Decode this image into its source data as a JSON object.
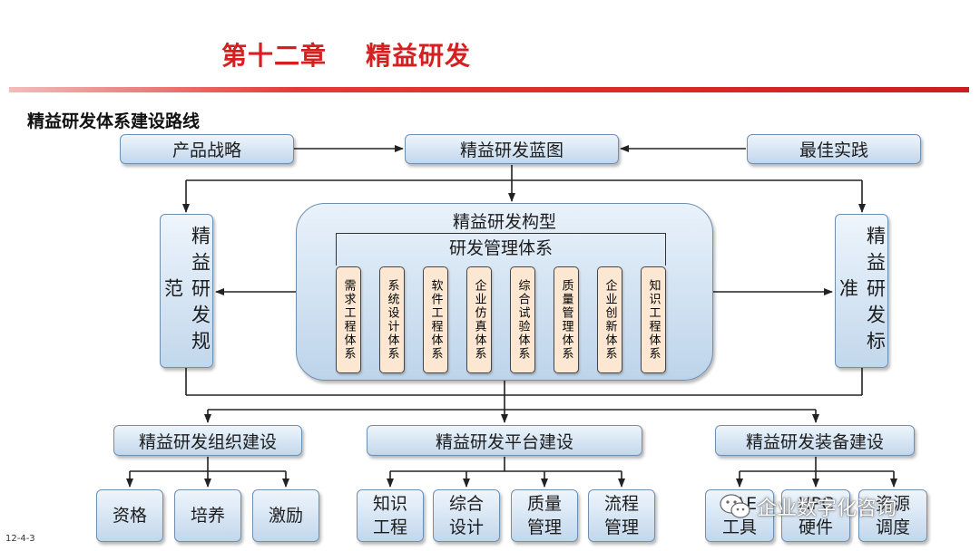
{
  "header": {
    "chapter": "第十二章",
    "title": "精益研发"
  },
  "subtitle": "精益研发体系建设路线",
  "top": {
    "left": "产品战略",
    "center": "精益研发蓝图",
    "right": "最佳实践"
  },
  "side": {
    "left": "精益研发规范",
    "right": "精益研发标准"
  },
  "core": {
    "title": "精益研发构型",
    "system_title": "研发管理体系",
    "systems": [
      "需求工程体系",
      "系统设计体系",
      "软件工程体系",
      "企业仿真体系",
      "综合试验体系",
      "质量管理体系",
      "企业创新体系",
      "知识工程体系"
    ]
  },
  "groups": [
    {
      "label": "精益研发组织建设",
      "children": [
        "资格",
        "培养",
        "激励"
      ]
    },
    {
      "label": "精益研发平台建设",
      "children": [
        "知识\n工程",
        "综合\n设计",
        "质量\n管理",
        "流程\n管理"
      ]
    },
    {
      "label": "精益研发装备建设",
      "children": [
        "CAE\n工具",
        "HPC\n硬件",
        "资源\n调度"
      ]
    }
  ],
  "footer": "12-4-3",
  "watermark": "企业数字化咨询",
  "colors": {
    "accent_red": "#cf1d1d",
    "box_fill": "#c2d7ec",
    "inner_fill": "#fbe7d2",
    "arrow": "#222222"
  }
}
